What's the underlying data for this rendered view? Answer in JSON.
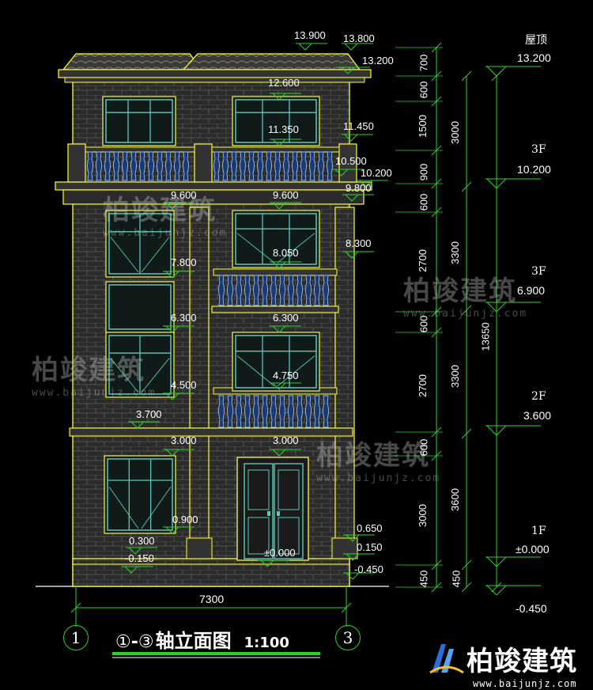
{
  "title": {
    "axis_start": "①",
    "dash": "-",
    "axis_end": "③",
    "name": "轴立面图",
    "scale": "1:100"
  },
  "axis_bubbles": {
    "left": "1",
    "right": "3"
  },
  "overall_width": "7300",
  "elevation_labels": {
    "e13900": "13.900",
    "e13800": "13.800",
    "e13200a": "13.200",
    "e12600": "12.600",
    "e11350": "11.350",
    "e11450": "11.450",
    "e10500": "10.500",
    "e10200a": "10.200",
    "e9800": "9.800",
    "e9600a": "9.600",
    "e9600b": "9.600",
    "e8300": "8.300",
    "e8050": "8.050",
    "e7800": "7.800",
    "e6300a": "6.300",
    "e6300b": "6.300",
    "e4750": "4.750",
    "e4500": "4.500",
    "e3700": "3.700",
    "e3000a": "3.000",
    "e3000b": "3.000",
    "e0900": "0.900",
    "e0650": "0.650",
    "e0300": "0.300",
    "e0150": "0.150",
    "em0150": "-0.150",
    "e0000": "±0.000",
    "em0450": "-0.450"
  },
  "floor_labels": {
    "roof": "屋顶",
    "roof_el": "13.200",
    "f3a": "3F",
    "f3a_el": "10.200",
    "f3b": "3F",
    "f3b_el": "6.900",
    "f2": "2F",
    "f2_el": "3.600",
    "f1": "1F",
    "f1_el": "±0.000",
    "base_el": "-0.450"
  },
  "dims_col1": [
    "700",
    "600",
    "1500",
    "900",
    "600",
    "2700",
    "600",
    "2700",
    "600",
    "3000",
    "450"
  ],
  "dims_col2": [
    "3000",
    "3300",
    "3300",
    "3600",
    "450"
  ],
  "dim_total": "13650",
  "watermark": {
    "cn": "柏竣建筑",
    "en": "www.baijunjz.com"
  },
  "logo": {
    "cn": "柏竣建筑",
    "en": "www.baijunjz.com"
  },
  "colors": {
    "background": "#000000",
    "outline": "#ffff33",
    "brick": "#2b2b2b",
    "window": "#5fc7b5",
    "baluster": "#8fb8ff",
    "dimension": "#2fd12f"
  }
}
